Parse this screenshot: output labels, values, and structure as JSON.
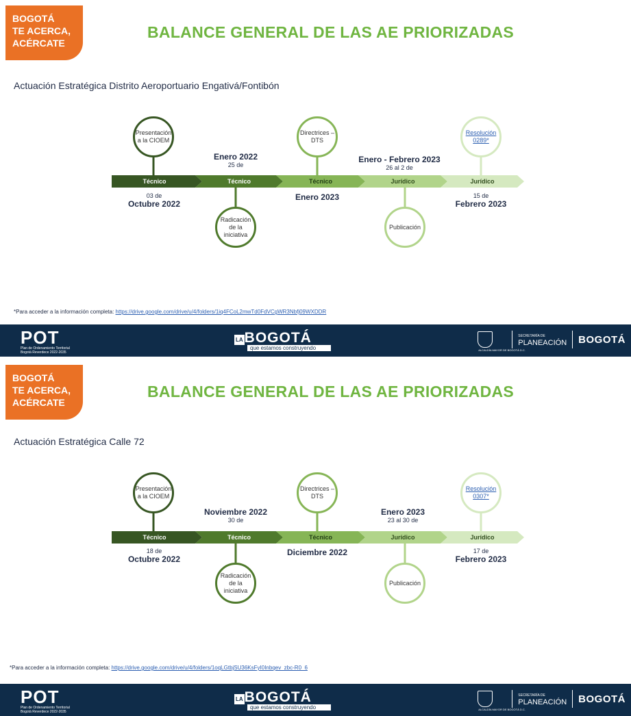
{
  "brand": [
    "BOGOTÁ",
    "TE ACERCA,",
    "ACÉRCATE"
  ],
  "slide_title": "BALANCE GENERAL DE LAS AE PRIORIZADAS",
  "colors": {
    "stage1": "#375623",
    "stage2": "#4f7a2c",
    "stage3": "#86b556",
    "stage4": "#b1d48a",
    "stage5": "#d5e9c0",
    "title": "#6fb540",
    "brand": "#ea7125",
    "footer": "#0f2c49"
  },
  "footer": {
    "pot": "POT",
    "pot_sub1": "Plan de Ordenamiento Territorial",
    "pot_sub2": "Bogotá Reverdece 2022-2035",
    "la": "LA",
    "bogota_center": "BOGOTÁ",
    "bogota_tag": "que estamos construyendo",
    "alcaldia": "ALCALDÍA MAYOR DE BOGOTÁ D.C.",
    "secretaria": "SECRETARÍA DE",
    "planeacion": "PLANEACIÓN",
    "bogota_right": "BOGOTÁ"
  },
  "slides": [
    {
      "subtitle": "Actuación Estratégica Distrito Aeroportuario Engativá/Fontibón",
      "stages": [
        "Técnico",
        "Técnico",
        "Técnico",
        "Jurídico",
        "Jurídico"
      ],
      "nodes": [
        "Presentación a la CIOEM",
        "Radicación de la iniciativa",
        "Directrices – DTS",
        "Publicación",
        "Resolución 0289*"
      ],
      "dates": [
        {
          "small": "03 de",
          "big": "Octubre 2022"
        },
        {
          "big": "Enero 2022",
          "small": "25 de"
        },
        {
          "big": "Enero 2023"
        },
        {
          "big": "Enero - Febrero 2023",
          "small": "26 al 2 de"
        },
        {
          "small": "15 de",
          "big": "Febrero 2023"
        }
      ],
      "note_prefix": "*Para acceder a la información completa:",
      "note_link": "https://drive.google.com/drive/u/4/folders/1iq4FCoL2mwTd0FdVCgWR3Nbfj09WXDDR"
    },
    {
      "subtitle": "Actuación Estratégica Calle 72",
      "stages": [
        "Técnico",
        "Técnico",
        "Técnico",
        "Jurídico",
        "Jurídico"
      ],
      "nodes": [
        "Presentación a la CIOEM",
        "Radicación de la iniciativa",
        "Directrices – DTS",
        "Publicación",
        "Resolución 0307*"
      ],
      "dates": [
        {
          "small": "18 de",
          "big": "Octubre 2022"
        },
        {
          "big": "Noviembre 2022",
          "small": "30 de"
        },
        {
          "big": "Diciembre 2022"
        },
        {
          "big": "Enero 2023",
          "small": "23 al 30 de"
        },
        {
          "small": "17 de",
          "big": "Febrero 2023"
        }
      ],
      "note_prefix": "*Para acceder a la información completa:",
      "note_link": "https://drive.google.com/drive/u/4/folders/1oqLGtbjSU36KsFyI0Inbqev_zbc-R0_6"
    }
  ]
}
